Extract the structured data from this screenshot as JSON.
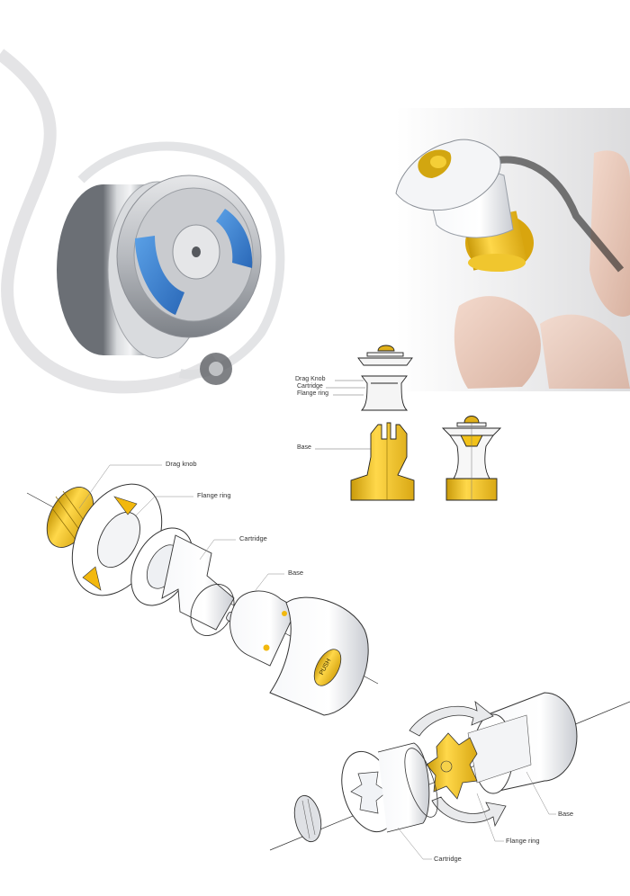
{
  "labels": {
    "section_diagram": {
      "drag_knob": "Drag Knob",
      "cartridge": "Cartridge",
      "flange_ring": "Flange ring",
      "base": "Base"
    },
    "exploded_view": {
      "drag_knob": "Drag knob",
      "flange_ring": "Flange ring",
      "cartridge": "Cartridge",
      "base": "Base",
      "push_text": "PUSH"
    },
    "assembly_view": {
      "base": "Base",
      "flange_ring": "Flange  ring",
      "cartridge": "Cartridge"
    }
  },
  "colors": {
    "accent_yellow": "#f2c21a",
    "accent_blue": "#3a82d0",
    "metal_grey": "#b9bcc0",
    "line": "#222222"
  }
}
